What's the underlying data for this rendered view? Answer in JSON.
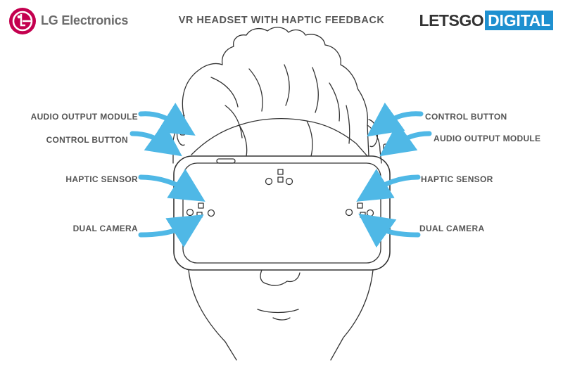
{
  "header": {
    "logo_brand": "LG Electronics",
    "title": "VR HEADSET WITH HAPTIC FEEDBACK",
    "site_brand_a": "LETSGO",
    "site_brand_b": "DIGITAL"
  },
  "colors": {
    "lg_red": "#c4004f",
    "arrow_blue": "#4fb8e6",
    "site_blue": "#1e90d0",
    "label_gray": "#555555",
    "line_art": "#333333"
  },
  "labels": {
    "left": {
      "audio_output": "AUDIO OUTPUT MODULE",
      "control_button": "CONTROL BUTTON",
      "haptic_sensor": "HAPTIC SENSOR",
      "dual_camera": "DUAL CAMERA"
    },
    "right": {
      "control_button": "CONTROL BUTTON",
      "audio_output": "AUDIO OUTPUT MODULE",
      "haptic_sensor": "HAPTIC SENSOR",
      "dual_camera": "DUAL CAMERA"
    }
  },
  "icons": [
    "lg-logo-icon",
    "arrow-icon"
  ]
}
